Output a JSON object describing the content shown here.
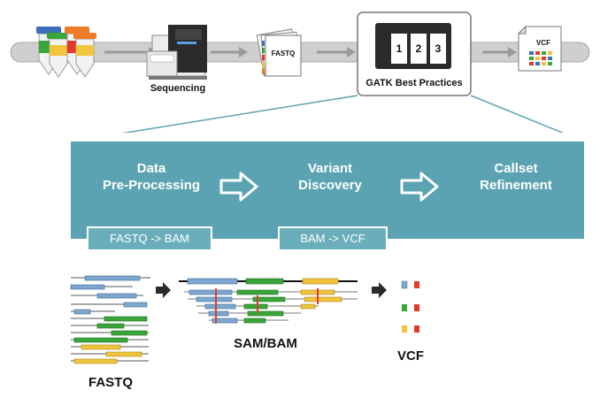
{
  "pipeline": {
    "sequencing_label": "Sequencing",
    "fastq_file_label": "FASTQ",
    "gatk_label": "GATK Best Practices",
    "gatk_steps": [
      "1",
      "2",
      "3"
    ],
    "vcf_file_label": "VCF"
  },
  "stages": [
    {
      "line1": "Data",
      "line2": "Pre-Processing"
    },
    {
      "line1": "Variant",
      "line2": "Discovery"
    },
    {
      "line1": "Callset",
      "line2": "Refinement"
    }
  ],
  "conversions": {
    "fastq_to_bam": "FASTQ -> BAM",
    "bam_to_vcf": "BAM -> VCF"
  },
  "outputs": {
    "fastq": "FASTQ",
    "sambam": "SAM/BAM",
    "vcf": "VCF"
  },
  "colors": {
    "teal_panel": "#5ba3b2",
    "read_blue": "#7ea7cf",
    "read_green": "#3aa53a",
    "read_yellow": "#f0c43c",
    "variant_red": "#e23a2a",
    "track_gray": "#cfcfcf"
  }
}
